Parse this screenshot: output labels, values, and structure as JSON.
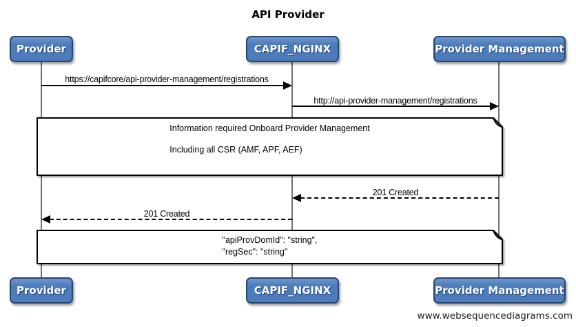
{
  "title": "API Provider",
  "watermark": "www.websequencediagrams.com",
  "colors": {
    "actor_fill": "#4d7cbc",
    "actor_fill_top": "#7097cc",
    "actor_border": "#27466f",
    "lifeline": "#717171",
    "arrow": "#000000"
  },
  "actors": [
    {
      "name": "Provider"
    },
    {
      "name": "CAPIF_NGINX"
    },
    {
      "name": "Provider Management"
    }
  ],
  "messages": [
    {
      "label": "https://capifcore/api-provider-management/registrations",
      "from": "Provider",
      "to": "CAPIF_NGINX",
      "style": "solid"
    },
    {
      "label": "http://api-provider-management/registrations",
      "from": "CAPIF_NGINX",
      "to": "Provider Management",
      "style": "solid"
    },
    {
      "label": "201 Created",
      "from": "Provider Management",
      "to": "CAPIF_NGINX",
      "style": "dashed"
    },
    {
      "label": "201 Created",
      "from": "CAPIF_NGINX",
      "to": "Provider",
      "style": "dashed"
    }
  ],
  "notes": [
    {
      "lines": [
        "Information required Onboard Provider Management",
        "Including all CSR (AMF, APF, AEF)"
      ]
    },
    {
      "lines": [
        "\"apiProvDomId\": \"string\",",
        "\"regSec\": \"string\""
      ]
    }
  ]
}
